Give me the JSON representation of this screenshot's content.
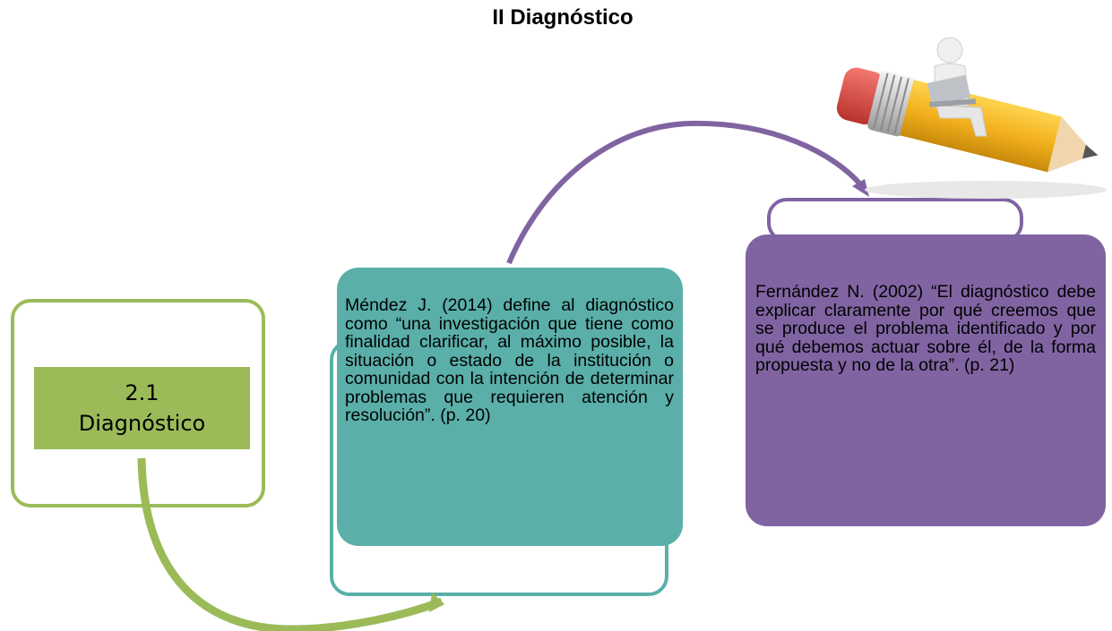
{
  "title": "II Diagnóstico",
  "label_box": {
    "line1": "2.1",
    "line2": "Diagnóstico"
  },
  "card_teal": {
    "text": "Méndez J. (2014) define al diagnóstico como “una investigación que tiene como finalidad clarificar, al máximo posible, la situación o estado de la institución o comunidad con la intención de determinar problemas que requieren atención y resolución”. (p. 20)"
  },
  "card_purple": {
    "text": "Fernández N. (2002) “El diagnóstico debe explicar claramente por qué creemos que se produce el problema identificado y por qué debemos actuar sobre él, de la forma propuesta y no de la otra”. (p. 21)"
  },
  "colors": {
    "green": "#9bbb59",
    "teal": "#5aafa9",
    "purple": "#8064a2",
    "pencil_body": "#f3b21e",
    "eraser": "#e2504a"
  },
  "illustration": "person-with-laptop-sitting-on-pencil"
}
